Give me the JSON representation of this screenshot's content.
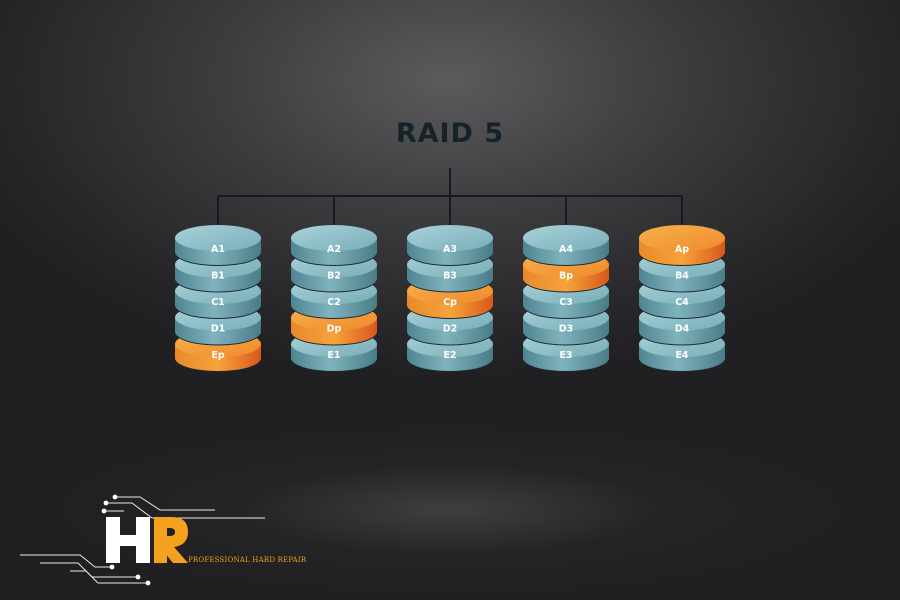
{
  "diagram": {
    "title": "RAID 5",
    "colors": {
      "data_block": "#6fa5b0",
      "parity_block": "#f08a2e",
      "connector": "#141c22",
      "label": "#ffffff"
    },
    "disks": [
      {
        "blocks": [
          {
            "label": "A1",
            "kind": "data"
          },
          {
            "label": "B1",
            "kind": "data"
          },
          {
            "label": "C1",
            "kind": "data"
          },
          {
            "label": "D1",
            "kind": "data"
          },
          {
            "label": "Ep",
            "kind": "parity"
          }
        ]
      },
      {
        "blocks": [
          {
            "label": "A2",
            "kind": "data"
          },
          {
            "label": "B2",
            "kind": "data"
          },
          {
            "label": "C2",
            "kind": "data"
          },
          {
            "label": "Dp",
            "kind": "parity"
          },
          {
            "label": "E1",
            "kind": "data"
          }
        ]
      },
      {
        "blocks": [
          {
            "label": "A3",
            "kind": "data"
          },
          {
            "label": "B3",
            "kind": "data"
          },
          {
            "label": "Cp",
            "kind": "parity"
          },
          {
            "label": "D2",
            "kind": "data"
          },
          {
            "label": "E2",
            "kind": "data"
          }
        ]
      },
      {
        "blocks": [
          {
            "label": "A4",
            "kind": "data"
          },
          {
            "label": "Bp",
            "kind": "parity"
          },
          {
            "label": "C3",
            "kind": "data"
          },
          {
            "label": "D3",
            "kind": "data"
          },
          {
            "label": "E3",
            "kind": "data"
          }
        ]
      },
      {
        "blocks": [
          {
            "label": "Ap",
            "kind": "parity"
          },
          {
            "label": "B4",
            "kind": "data"
          },
          {
            "label": "C4",
            "kind": "data"
          },
          {
            "label": "D4",
            "kind": "data"
          },
          {
            "label": "E4",
            "kind": "data"
          }
        ]
      }
    ]
  },
  "logo": {
    "mark": "HR",
    "tagline": "PROFESSIONAL HARD REPAIR",
    "colors": {
      "h": "#ffffff",
      "r": "#f3a21d"
    }
  }
}
